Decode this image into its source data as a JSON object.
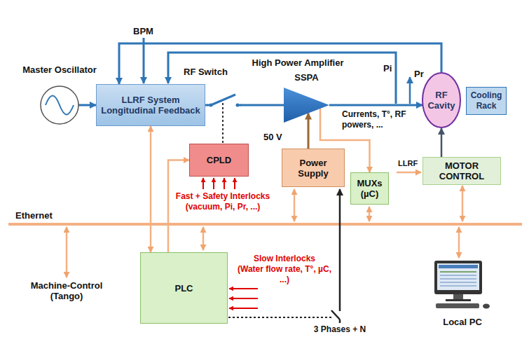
{
  "diagram": {
    "nodes": [
      {
        "text": [
          "Master Oscillator"
        ]
      },
      {
        "text": [
          "LLRF System Longitudinal Feedback"
        ]
      },
      {
        "text": [
          "High Power Amplifier",
          "SSPA"
        ]
      },
      {
        "text": [
          "RF Cavity"
        ]
      },
      {
        "text": [
          "Cooling Rack"
        ]
      },
      {
        "text": [
          "CPLD"
        ]
      },
      {
        "text": [
          "Power Supply"
        ]
      },
      {
        "text": [
          "MUXs (µC)"
        ]
      },
      {
        "text": [
          "MOTOR CONTROL"
        ]
      },
      {
        "text": [
          "PLC"
        ]
      }
    ],
    "edges": [
      {
        "from": 0,
        "to": 1,
        "arrow": "to"
      },
      {
        "from": 1,
        "to": 2,
        "arrow": "none"
      },
      {
        "from": 2,
        "to": 3,
        "arrow": "to"
      },
      {
        "from": 3,
        "to": 1,
        "arrow": "to"
      },
      {
        "from": 8,
        "to": 3,
        "arrow": "to"
      },
      {
        "from": 6,
        "to": 2,
        "arrow": "to"
      },
      {
        "from": 2,
        "to": 7,
        "arrow": "to"
      },
      {
        "from": 9,
        "to": 5,
        "arrow": "to"
      },
      {
        "from": 1,
        "to": 9,
        "arrow": "both"
      }
    ],
    "labels": [
      "BPM",
      "RF Switch",
      "Pi",
      "Pr",
      "Currents, T°, RF powers, ...",
      "50 V",
      "LLRF",
      "Fast + Safety Interlocks",
      "(vacuum, Pi, Pr, ...)",
      "Ethernet",
      "Slow Interlocks",
      "(Water flow rate, T°, µC, ...)",
      "Machine-Control (Tango)",
      "3 Phases + N",
      "Local PC"
    ]
  }
}
